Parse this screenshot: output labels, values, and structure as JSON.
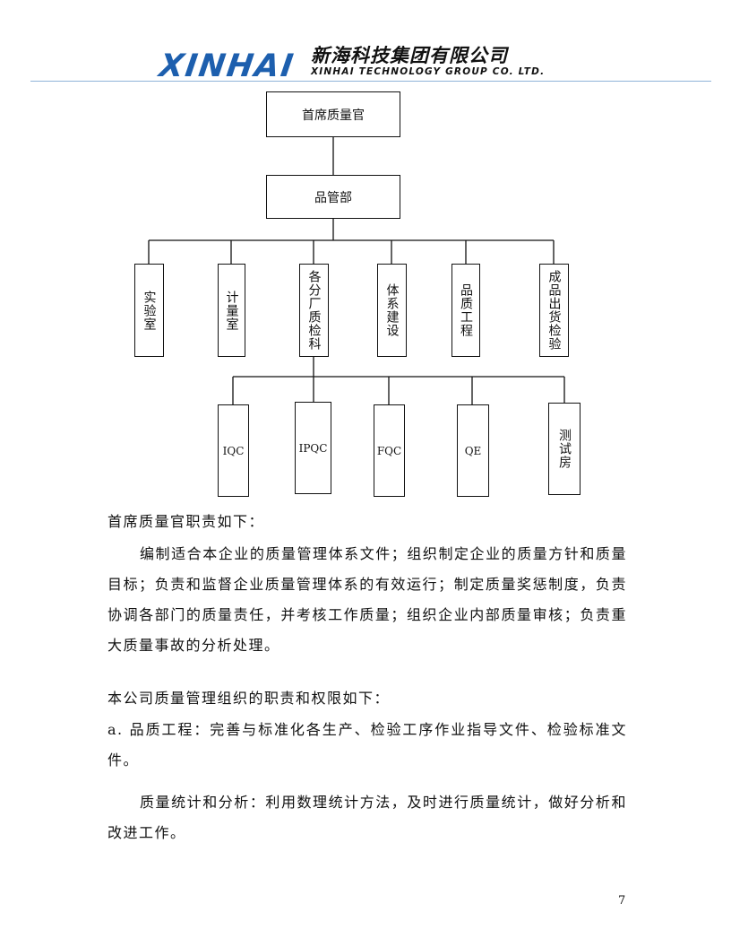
{
  "header": {
    "logo_text": "XINHAI",
    "company_cn": "新海科技集团有限公司",
    "company_en": "XINHAI TECHNOLOGY GROUP CO. LTD."
  },
  "org_chart": {
    "top": "首席质量官",
    "dept": "品管部",
    "level2": [
      "实验室",
      "计量室",
      "各分厂质检科",
      "体系建设",
      "品质工程",
      "成品出货检验"
    ],
    "level3": [
      "IQC",
      "IPQC",
      "FQC",
      "QE",
      "测试房"
    ]
  },
  "body": {
    "p1_title": "首席质量官职责如下：",
    "p1_text": "编制适合本企业的质量管理体系文件；组织制定企业的质量方针和质量目标；负责和监督企业质量管理体系的有效运行；制定质量奖惩制度，负责协调各部门的质量责任，并考核工作质量；组织企业内部质量审核；负责重大质量事故的分析处理。",
    "p2_title": "本公司质量管理组织的职责和权限如下：",
    "p2_a": "a. 品质工程：完善与标准化各生产、检验工序作业指导文件、检验标准文件。",
    "p2_b": "质量统计和分析：利用数理统计方法，及时进行质量统计，做好分析和改进工作。"
  },
  "page_number": "7"
}
